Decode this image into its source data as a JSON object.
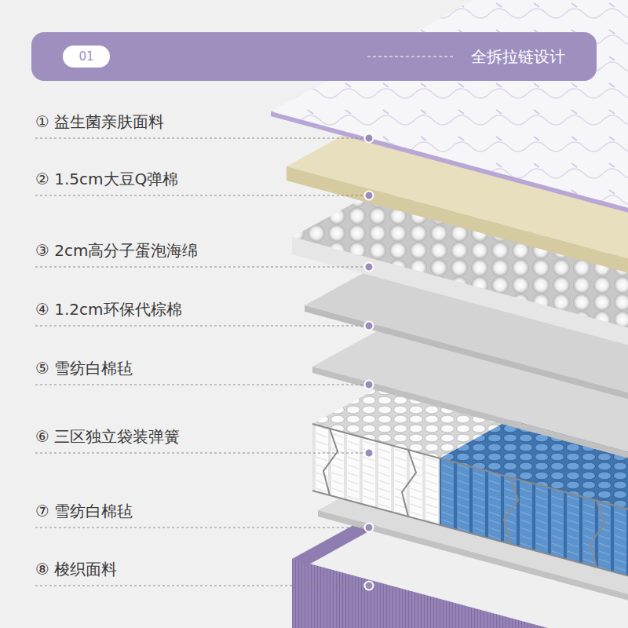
{
  "diagram": {
    "nodes": [
      {
        "text": [
          "全拆拉链设计"
        ]
      },
      {
        "text": [
          "01"
        ],
        "in": 0
      }
    ],
    "labels": [
      "① 益生菌亲肤面料",
      "② 1.5cm大豆Q弹棉",
      "③ 2cm高分子蛋泡海绵",
      "④ 1.2cm环保代棕棉",
      "⑤ 雪纺白棉毡",
      "⑥ 三区独立袋装弹簧",
      "⑦ 雪纺白棉毡",
      "⑧ 梭织面料"
    ]
  }
}
